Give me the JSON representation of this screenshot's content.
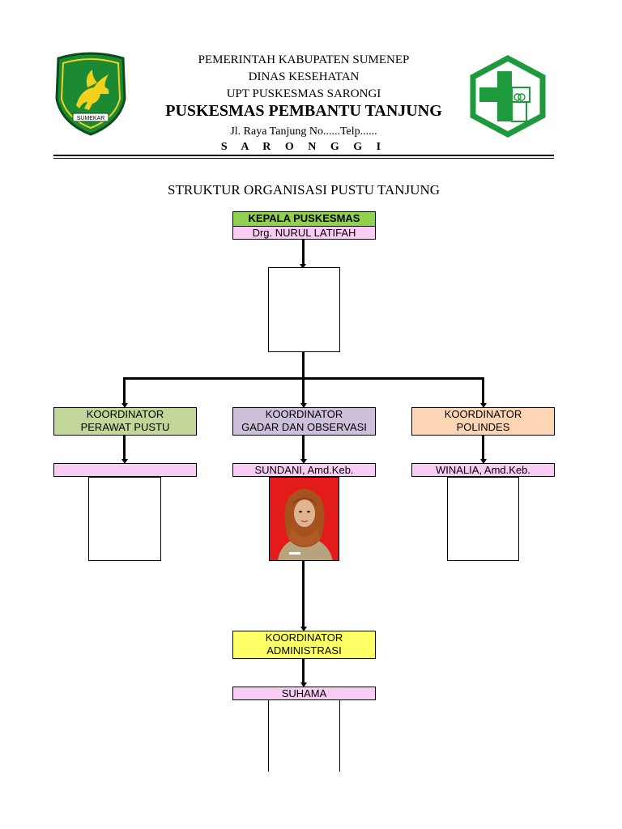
{
  "header": {
    "line1": "PEMERINTAH KABUPATEN SUMENEP",
    "line2": "DINAS KESEHATAN",
    "line3": "UPT PUSKESMAS SARONGI",
    "line4": "PUSKESMAS PEMBANTU TANJUNG",
    "line5": "Jl. Raya Tanjung No......Telp......",
    "line6": "S A R O N G G I",
    "left_logo_text": "SUMEKAR",
    "left_logo_icon": "pegasus-shield-emblem",
    "right_logo_icon": "health-cross-hexagon-logo"
  },
  "title": "STRUKTUR ORGANISASI PUSTU TANJUNG",
  "chart": {
    "head": {
      "role": "KEPALA PUSKESMAS",
      "name": "Drg. NURUL LATIFAH"
    },
    "coordinators": [
      {
        "role_line1": "KOORDINATOR",
        "role_line2": "PERAWAT PUSTU",
        "name": "",
        "color": "#c4d79b"
      },
      {
        "role_line1": "KOORDINATOR",
        "role_line2": "GADAR DAN OBSERVASI",
        "name": "SUNDANI, Amd.Keb.",
        "color": "#ccc0da"
      },
      {
        "role_line1": "KOORDINATOR",
        "role_line2": "POLINDES",
        "name": "WINALIA, Amd.Keb.",
        "color": "#fcd5b4"
      }
    ],
    "admin": {
      "role_line1": "KOORDINATOR",
      "role_line2": "ADMINISTRASI",
      "name": "SUHAMA",
      "color": "#ffff66"
    }
  },
  "colors": {
    "head_role_bg": "#92d050",
    "name_bg": "#f9ccf3",
    "green_logo": "#1e9a3c"
  }
}
